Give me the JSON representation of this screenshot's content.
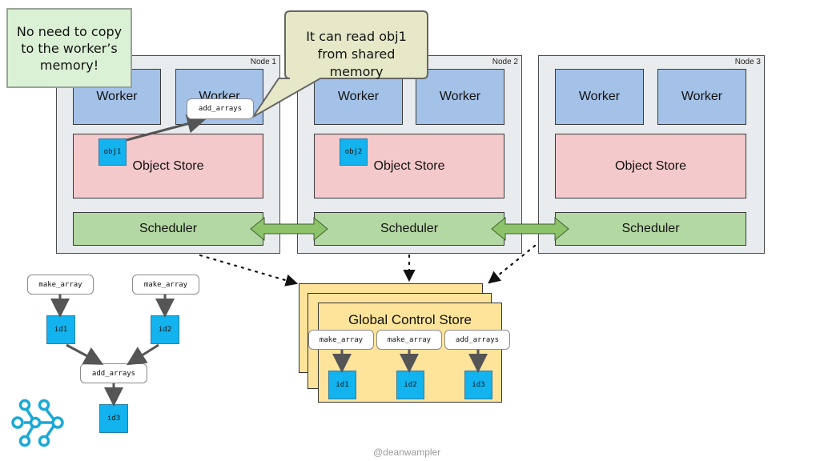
{
  "nodes": [
    {
      "label": "Node 1",
      "workers": [
        "Worker",
        "Worker"
      ],
      "object_store": "Object Store",
      "scheduler": "Scheduler"
    },
    {
      "label": "Node 2",
      "workers": [
        "Worker",
        "Worker"
      ],
      "object_store": "Object Store",
      "scheduler": "Scheduler"
    },
    {
      "label": "Node 3",
      "workers": [
        "Worker",
        "Worker"
      ],
      "object_store": "Object Store",
      "scheduler": "Scheduler"
    }
  ],
  "objects": {
    "obj1": "obj1",
    "obj2": "obj2"
  },
  "node1_task": "add_arrays",
  "callouts": {
    "copy_note": "No need to copy to the worker’s memory!",
    "read_note": "It can read obj1 from shared memory"
  },
  "task_graph": {
    "make_array_left": "make_array",
    "make_array_right": "make_array",
    "id1": "id1",
    "id2": "id2",
    "add_arrays": "add_arrays",
    "id3": "id3"
  },
  "gcs": {
    "title": "Global Control Store",
    "tasks": [
      "make_array",
      "make_array",
      "add_arrays"
    ],
    "ids": [
      "id1",
      "id2",
      "id3"
    ]
  },
  "credit": "@deanwampler",
  "colors": {
    "node_bg": "#e9ecef",
    "worker": "#a4c2e8",
    "object_store": "#f4c9cb",
    "scheduler": "#b4d8a3",
    "object": "#12b3ee",
    "gcs": "#fde49a",
    "callout": "#e6e8c8",
    "note": "#dbf1d5",
    "ray_logo": "#1aa9d6"
  }
}
